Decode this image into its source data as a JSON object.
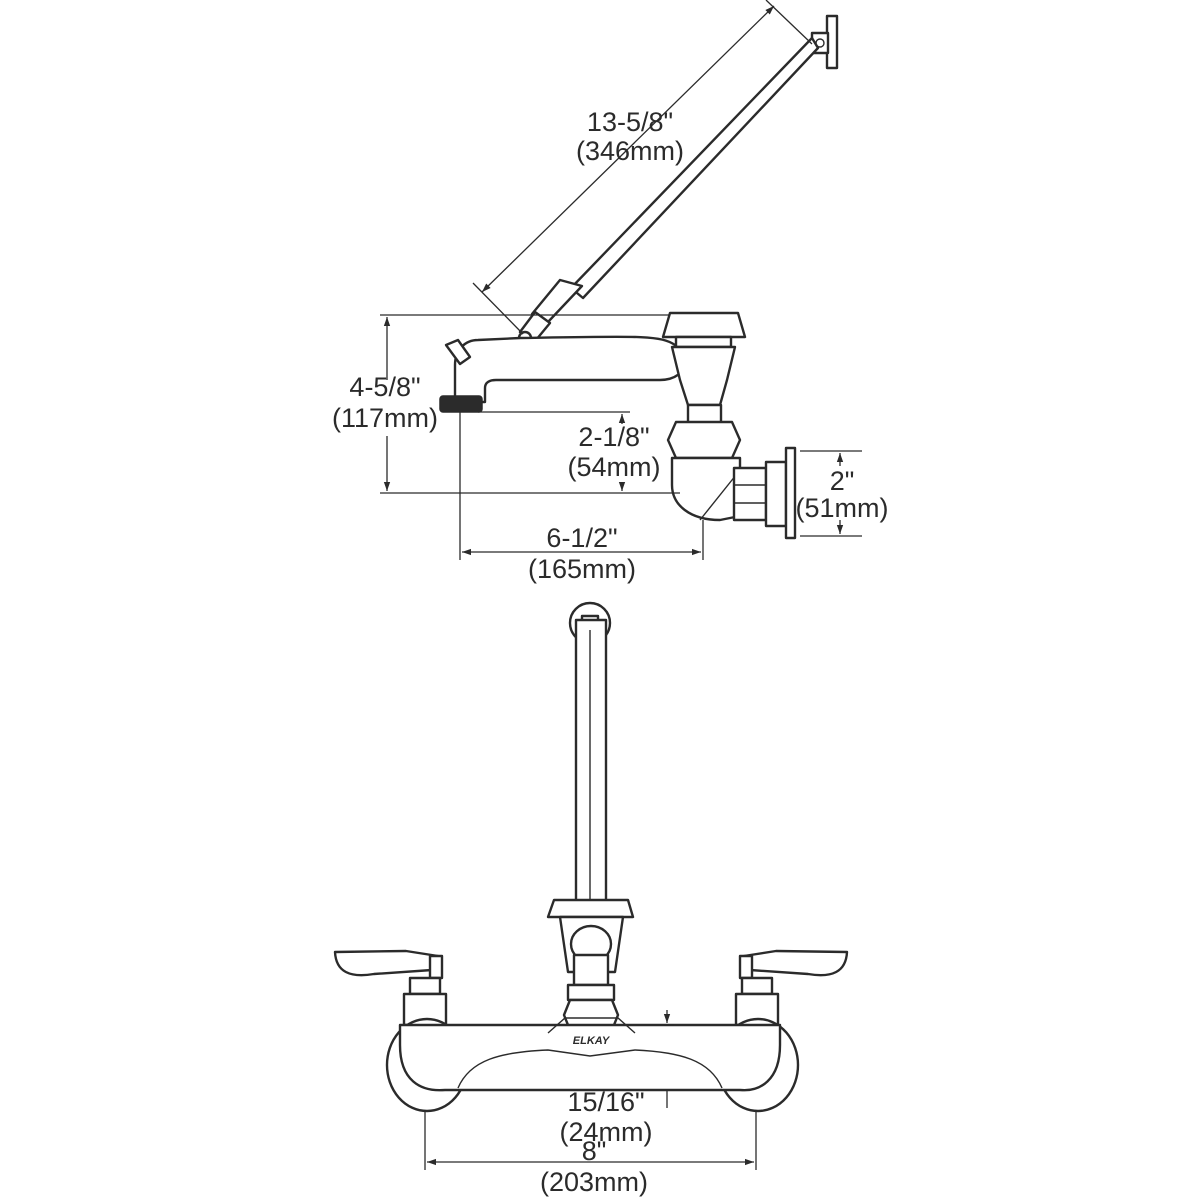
{
  "brand_mark": "ELKAY",
  "dimensions": {
    "arm_length": {
      "imperial": "13-5/8\"",
      "metric": "(346mm)"
    },
    "spout_height": {
      "imperial": "4-5/8\"",
      "metric": "(117mm)"
    },
    "outlet_height": {
      "imperial": "2-1/8\"",
      "metric": "(54mm)"
    },
    "inlet_height": {
      "imperial": "2\"",
      "metric": "(51mm)"
    },
    "spout_reach": {
      "imperial": "6-1/2\"",
      "metric": "(165mm)"
    },
    "body_height": {
      "imperial": "15/16\"",
      "metric": "(24mm)"
    },
    "centers": {
      "imperial": "8\"",
      "metric": "(203mm)"
    }
  }
}
